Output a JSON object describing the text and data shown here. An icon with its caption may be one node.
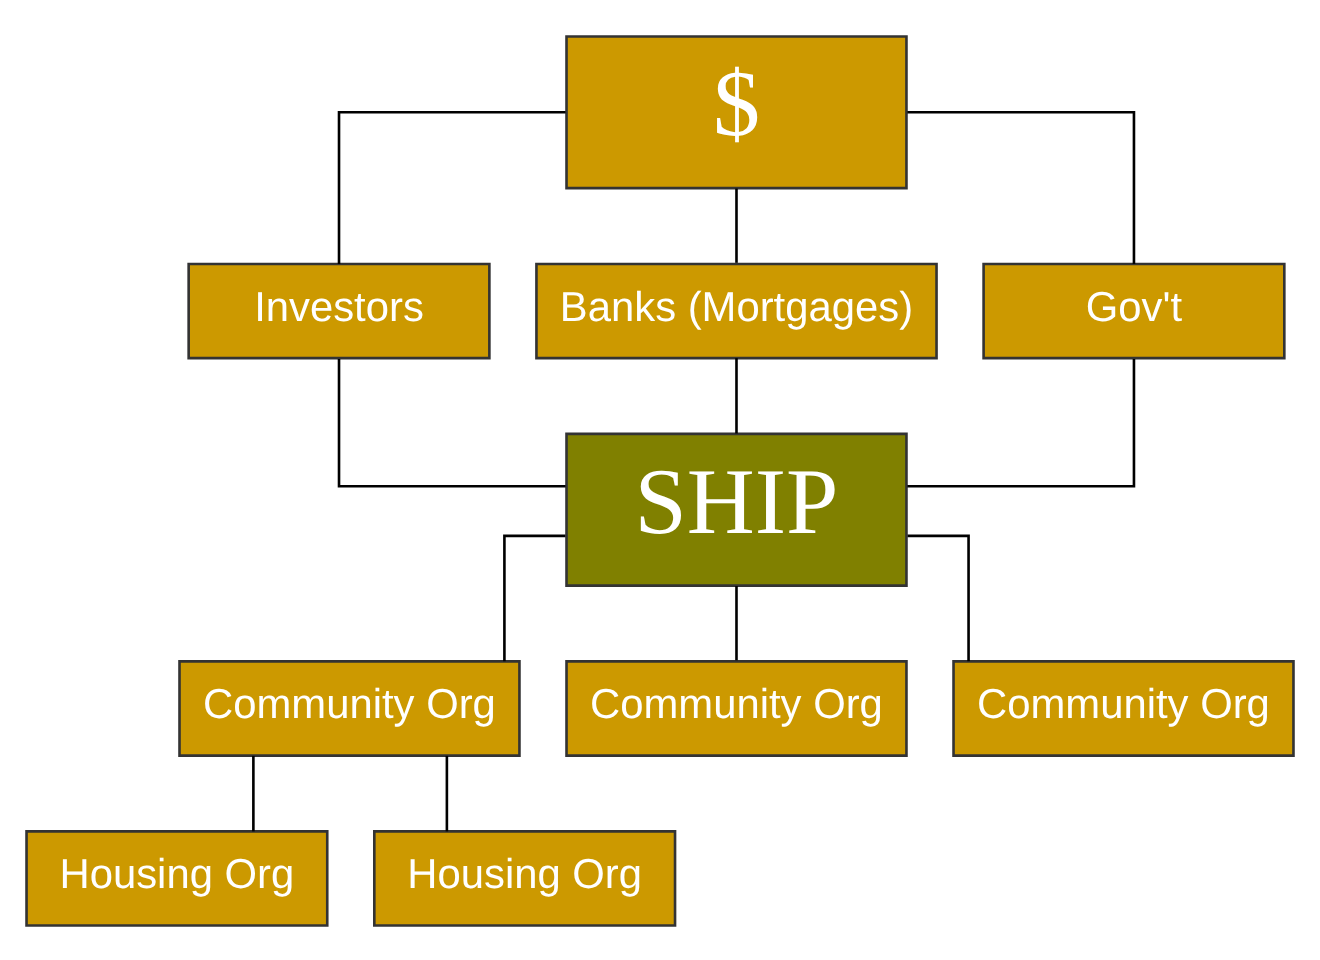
{
  "diagram": {
    "nodes": [
      {
        "text": [
          "$"
        ]
      },
      {
        "text": [
          "Investors"
        ]
      },
      {
        "text": [
          "Banks (Mortgages)"
        ]
      },
      {
        "text": [
          "Gov't"
        ]
      },
      {
        "text": [
          "SHIP"
        ]
      },
      {
        "text": [
          "Community Org"
        ]
      },
      {
        "text": [
          "Community Org"
        ]
      },
      {
        "text": [
          "Community Org"
        ]
      },
      {
        "text": [
          "Housing Org"
        ]
      },
      {
        "text": [
          "Housing Org"
        ]
      }
    ],
    "edges": [
      {
        "from": 0,
        "to": 1,
        "arrow": "none"
      },
      {
        "from": 0,
        "to": 2,
        "arrow": "none"
      },
      {
        "from": 0,
        "to": 3,
        "arrow": "none"
      },
      {
        "from": 1,
        "to": 4,
        "arrow": "none"
      },
      {
        "from": 2,
        "to": 4,
        "arrow": "none"
      },
      {
        "from": 3,
        "to": 4,
        "arrow": "none"
      },
      {
        "from": 4,
        "to": 5,
        "arrow": "none"
      },
      {
        "from": 4,
        "to": 6,
        "arrow": "none"
      },
      {
        "from": 4,
        "to": 7,
        "arrow": "none"
      },
      {
        "from": 5,
        "to": 8,
        "arrow": "none"
      },
      {
        "from": 5,
        "to": 9,
        "arrow": "none"
      }
    ]
  }
}
